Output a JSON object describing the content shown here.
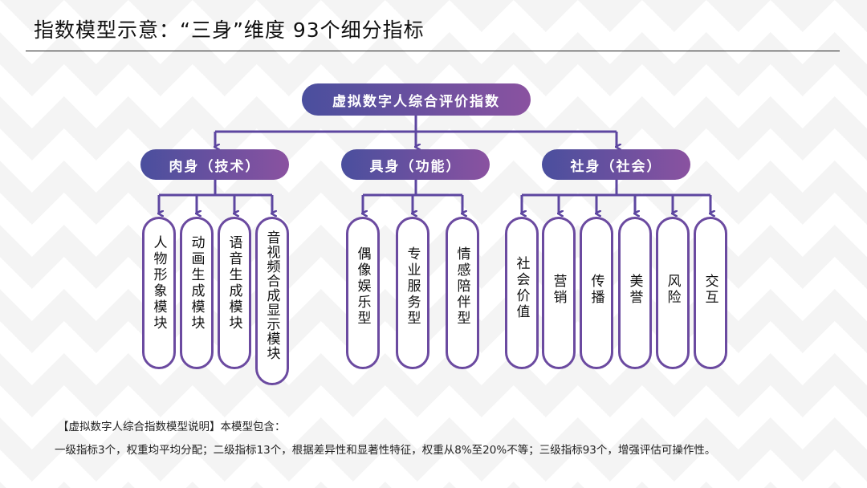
{
  "title": "指数模型示意：“三身”维度  93个细分指标",
  "root": "虚拟数字人综合评价指数",
  "groups": [
    {
      "label": "肉身（技术）",
      "leaves": [
        "人物形象模块",
        "动画生成模块",
        "语音生成模块",
        "音视频合成显示模块"
      ]
    },
    {
      "label": "具身（功能）",
      "leaves": [
        "偶像娱乐型",
        "专业服务型",
        "情感陪伴型"
      ]
    },
    {
      "label": "社身（社会）",
      "leaves": [
        "社会价值",
        "营销",
        "传播",
        "美誉",
        "风险",
        "交互"
      ]
    }
  ],
  "note": {
    "line1": "【虚拟数字人综合指数模型说明】本模型包含：",
    "line2": "一级指标3个，权重均平均分配；二级指标13个，根据差异性和显著性特征，权重从8%至20%不等；三级指标93个，增强评估可操作性。"
  },
  "colors": {
    "line": "#5d46a0",
    "pill_start": "#4a4f9e",
    "pill_end": "#8a52a0"
  }
}
